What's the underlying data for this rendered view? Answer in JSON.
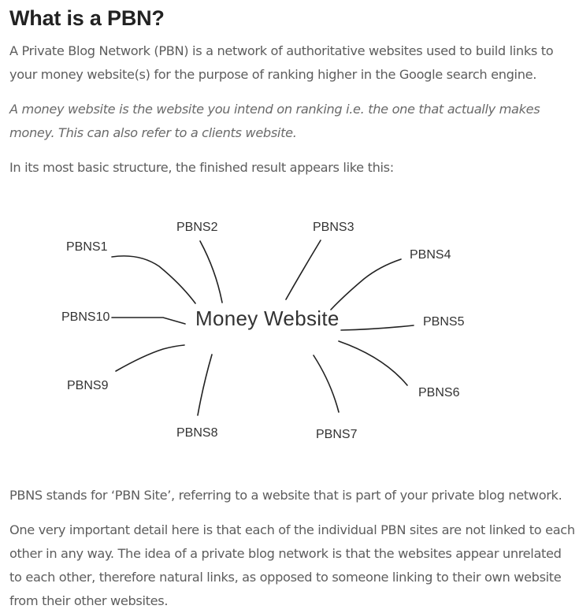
{
  "article": {
    "heading": "What is a PBN?",
    "paragraphs": {
      "intro": "A Private Blog Network (PBN) is a network of authoritative websites used to build links to your money website(s) for the purpose of ranking higher in the Google search engine.",
      "note": "A money website is the website you intend on ranking i.e. the one that actually makes money. This can also refer to a clients website.",
      "structure": "In its most basic structure, the finished result appears like this:",
      "pbns": "PBNS stands for ‘PBN Site’, referring to a website that is part of your private blog network.",
      "detail": "One very important detail here is that each of the individual PBN sites are not linked to each other in any way. The idea of a private blog network is that the websites appear unrelated to each other, therefore natural links, as opposed to someone linking to their own website from their other websites."
    }
  },
  "diagram": {
    "center": "Money Website",
    "sites": {
      "s1": "PBNS1",
      "s2": "PBNS2",
      "s3": "PBNS3",
      "s4": "PBNS4",
      "s5": "PBNS5",
      "s6": "PBNS6",
      "s7": "PBNS7",
      "s8": "PBNS8",
      "s9": "PBNS9",
      "s10": "PBNS10"
    }
  }
}
